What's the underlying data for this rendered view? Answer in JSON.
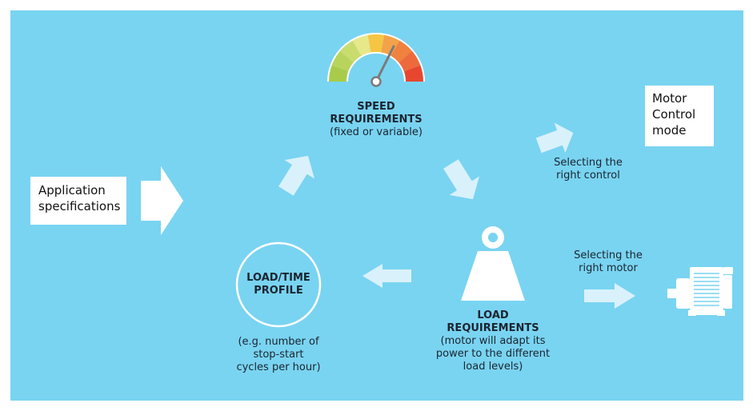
{
  "app_spec": {
    "lines": [
      "Application",
      "specifications"
    ]
  },
  "motor_control": {
    "lines": [
      "Motor",
      "Control",
      "mode"
    ]
  },
  "speed": {
    "title_lines": [
      "SPEED",
      "REQUIREMENTS"
    ],
    "sub": "(fixed or variable)"
  },
  "load": {
    "title_lines": [
      "LOAD",
      "REQUIREMENTS"
    ],
    "sub_lines": [
      "(motor will adapt its",
      "power to the different",
      "load levels)"
    ]
  },
  "load_time": {
    "title_lines": [
      "LOAD/TIME",
      "PROFILE"
    ],
    "sub_lines": [
      "(e.g. number of",
      "stop-start",
      "cycles per hour)"
    ]
  },
  "control_label": {
    "lines": [
      "Selecting the",
      "right control"
    ]
  },
  "motor_label": {
    "lines": [
      "Selecting the",
      "right motor"
    ]
  },
  "colors": {
    "background": "#79d4f1",
    "arrow": "#d9f1fb",
    "big_arrow": "#ffffff",
    "gauge": [
      "#a8cc4a",
      "#c9dd6e",
      "#e7e88a",
      "#f6c544",
      "#f3964a",
      "#ee6a3c",
      "#e8472f"
    ]
  },
  "icons": [
    "speedometer-icon",
    "weight-icon",
    "electric-motor-icon"
  ]
}
